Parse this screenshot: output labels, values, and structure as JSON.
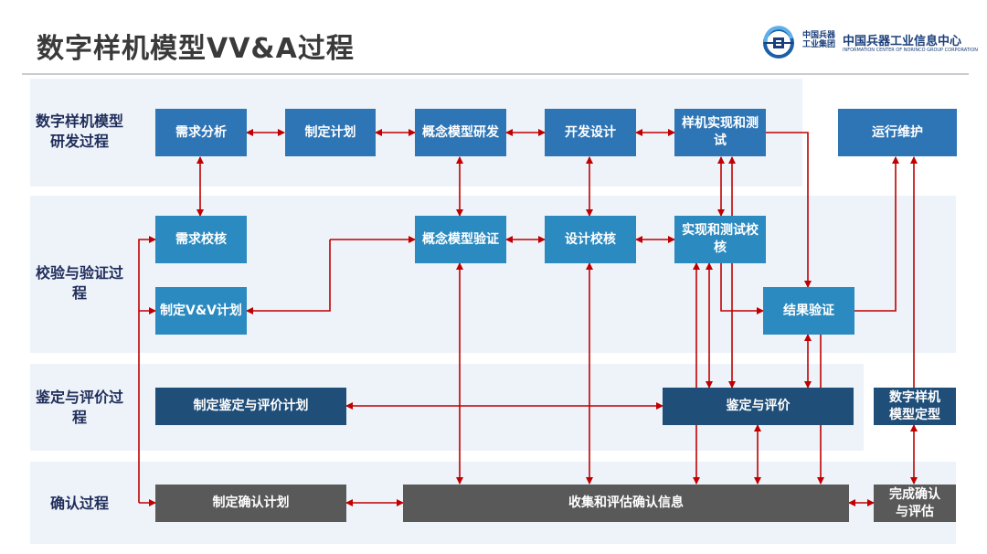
{
  "title": "数字样机模型VV&A过程",
  "logo": {
    "line1": "中国兵器",
    "line2": "工业集团",
    "name": "中国兵器工业信息中心",
    "english": "INFORMATION CENTER OF NORINCO GROUP CORPORATION",
    "icon": "norinco-emblem-icon"
  },
  "rows": {
    "dev": "数字样机模型研发过程",
    "vv": "校验与验证过程",
    "accred": "鉴定与评价过程",
    "confirm": "确认过程"
  },
  "boxes": {
    "req_analysis": "需求分析",
    "plan": "制定计划",
    "concept_dev": "概念模型研发",
    "design": "开发设计",
    "prototype": "样机实现和测试",
    "ops": "运行维护",
    "req_check": "需求校核",
    "concept_verify": "概念模型验证",
    "design_check": "设计校核",
    "impl_check": "实现和测试校核",
    "vv_plan": "制定V&V计划",
    "result_verify": "结果验证",
    "accred_plan": "制定鉴定与评价计划",
    "accred": "鉴定与评价",
    "finalize": "数字样机模型定型",
    "confirm_plan": "制定确认计划",
    "collect": "收集和评估确认信息",
    "complete": "完成确认与评估"
  },
  "colors": {
    "arrow": "#c00000",
    "blue_box": "#2e75b6",
    "teal_box": "#2b8ac0",
    "navy_box": "#1f4e79",
    "gray_box": "#595959",
    "band": "#eef3f9"
  }
}
